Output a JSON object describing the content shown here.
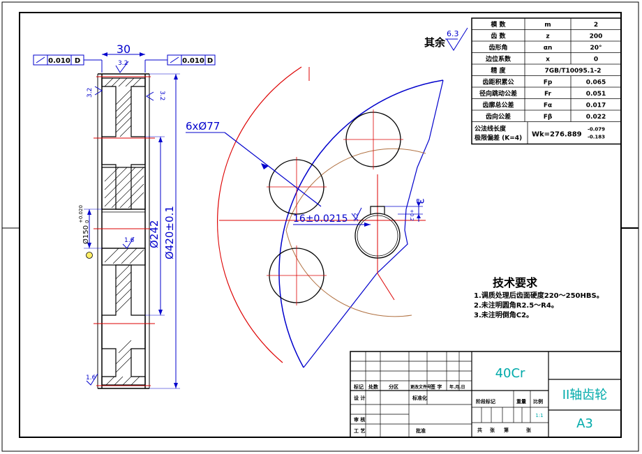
{
  "colors": {
    "line": "#000000",
    "blue": "#0000cc",
    "red": "#dd0000",
    "cyan": "#00aaaa",
    "brown": "#b07040",
    "yellow": "#ffee66"
  },
  "surface_note": {
    "prefix": "其余",
    "value": "6.3"
  },
  "params_table": {
    "rows": [
      {
        "label": "模  数",
        "symbol": "m",
        "value": "2"
      },
      {
        "label": "齿  数",
        "symbol": "z",
        "value": "200"
      },
      {
        "label": "齿形角",
        "symbol": "αn",
        "value": "20°"
      },
      {
        "label": "边位系数",
        "symbol": "x",
        "value": "0"
      },
      {
        "label": "精  度",
        "value": "7GB/T10095.1-2"
      },
      {
        "label": "齿距积累公",
        "symbol": "Fp",
        "value": "0.065"
      },
      {
        "label": "径向跳动公差",
        "symbol": "Fr",
        "value": "0.051"
      },
      {
        "label": "齿廓总公差",
        "symbol": "Fα",
        "value": "0.017"
      },
      {
        "label": "齿向公差",
        "symbol": "Fβ",
        "value": "0.022"
      }
    ],
    "span_row": {
      "label1": "公法线长度",
      "label2": "极限偏差 (K=4)",
      "value": "Wk=276.889",
      "dev_upper": "-0.079",
      "dev_lower": "-0.183"
    }
  },
  "section_view": {
    "tol_left": {
      "value": "0.010",
      "datum": "D"
    },
    "tol_right": {
      "value": "0.010",
      "datum": "D"
    },
    "width": "30",
    "rough_top": "3.2",
    "rough_left": "3.2",
    "rough_right": "3.2",
    "rough_mid": "1.6",
    "rough_bottom": "1.6",
    "dia_bore": "Ø150",
    "dia_bore_tol_upper": "+0.020",
    "dia_bore_tol_lower": "0",
    "dia_hub": "Ø242",
    "dia_outer": "Ø420±0.1"
  },
  "front_view": {
    "holes": "6xØ77",
    "keyway": "16±0.0215",
    "keyway_rough": "3.2",
    "key_depth": "3",
    "key_depth_tol": "+0.2"
  },
  "tech_requirements": {
    "title": "技术要求",
    "items": [
      "1.调质处理后齿面硬度220～250HBS。",
      "2.未注明圆角R2.5～R4。",
      "3.未注明倒角C2。"
    ]
  },
  "title_block": {
    "material": "40Cr",
    "part_name": "II轴齿轮",
    "sheet_size": "A3",
    "scale": "1:1",
    "labels": {
      "mark": "标记",
      "count": "处数",
      "zone": "分区",
      "doc_no": "更改文件号",
      "sign": "签 字",
      "date": "年.月.日",
      "design": "设 计",
      "standard": "标准化",
      "stage_mark": "阶段标记",
      "weight": "重量",
      "scale": "比例",
      "review": "审 核",
      "process": "工 艺",
      "approve": "批准",
      "total": "共",
      "sheets": "张",
      "page": "第",
      "sheet": "张"
    }
  }
}
